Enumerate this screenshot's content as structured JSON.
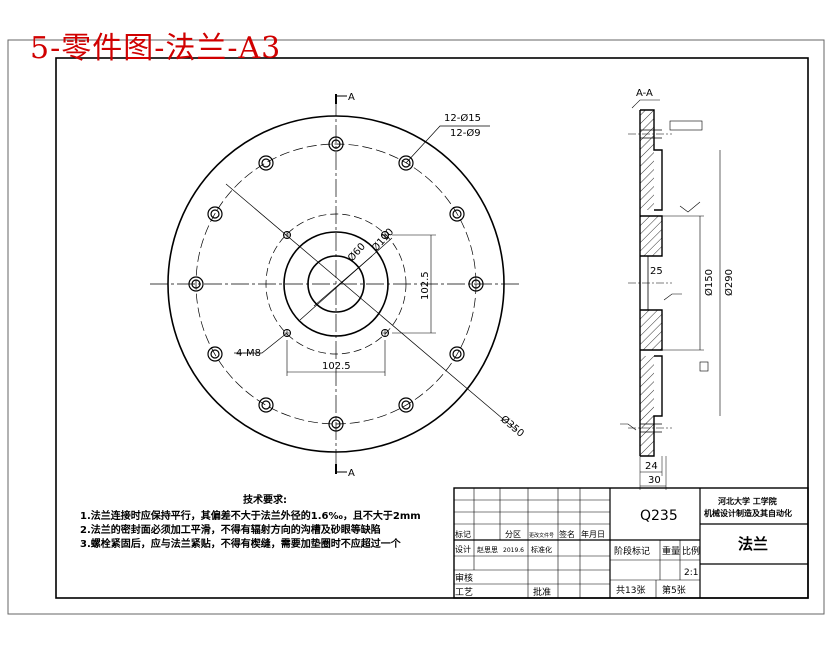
{
  "sheet_title": "5-零件图-法兰-A3",
  "front_view": {
    "section_mark_top": "A",
    "section_mark_bottom": "A",
    "hole_label_1": "12-Ø15",
    "hole_label_2": "12-Ø9",
    "thread_label": "4-M8",
    "inner_dia_1": "Ø60",
    "inner_dia_2": "Ø110",
    "dim_vertical": "102.5",
    "dim_horizontal": "102.5",
    "outer_dia": "Ø350"
  },
  "section_view": {
    "title": "A-A",
    "dim_thickness": "25",
    "dim_dia_150": "Ø150",
    "dim_dia_290": "Ø290",
    "dim_24": "24",
    "dim_30": "30"
  },
  "notes": {
    "heading": "技术要求:",
    "lines": [
      "1.法兰连接时应保持平行，其偏差不大于法兰外径的1.6‰，且不大于2mm",
      "2.法兰的密封面必须加工平滑，不得有辐射方向的沟槽及砂眼等缺陷",
      "3.螺栓紧固后，应与法兰紧贴，不得有楔缝，需要加垫圈时不应超过一个"
    ]
  },
  "title_block": {
    "material": "Q235",
    "school_line1": "河北大学 工学院",
    "school_line2": "机械设计制造及其自动化",
    "part_name": "法兰",
    "col_mark": "标记",
    "col_zone": "分区",
    "col_docno": "更改文件号",
    "col_sign": "签名",
    "col_date": "年月日",
    "row_design": "设计",
    "designer": "赵思思",
    "design_date": "2019.6",
    "std_label": "标准化",
    "stage_label": "阶段标记",
    "weight_label": "重量",
    "scale_label": "比例",
    "scale_value": "2:1",
    "review_label": "审核",
    "process_label": "工艺",
    "approve_label": "批准",
    "total_sheets": "共13张",
    "sheet_no": "第5张"
  }
}
